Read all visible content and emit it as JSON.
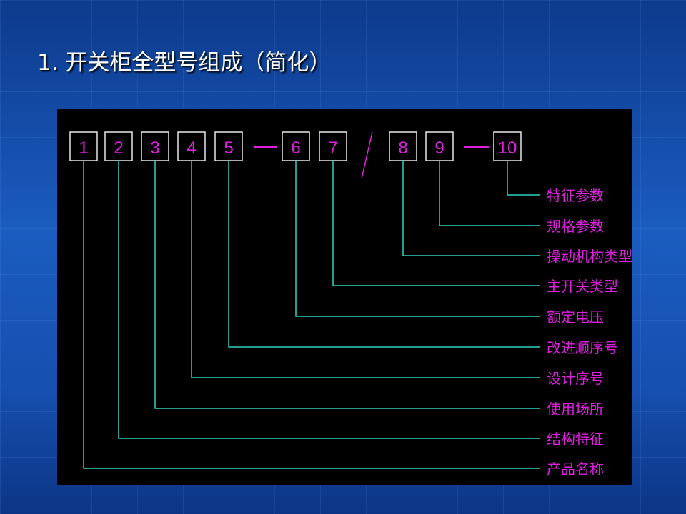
{
  "title": "1. 开关柜全型号组成（简化）",
  "diagram": {
    "codes": [
      "1",
      "2",
      "3",
      "4",
      "5",
      "6",
      "7",
      "8",
      "9",
      "10"
    ],
    "separators": {
      "dash": "—",
      "slash": "/"
    },
    "labels": [
      "特征参数",
      "规格参数",
      "操动机构类型",
      "主开关类型",
      "额定电压",
      "改进顺序号",
      "设计序号",
      "使用场所",
      "结构特征",
      "产品名称"
    ],
    "colors": {
      "box": "#e8e8e8",
      "text": "#e020e0",
      "line": "#30d0c0",
      "background": "#000000"
    }
  }
}
